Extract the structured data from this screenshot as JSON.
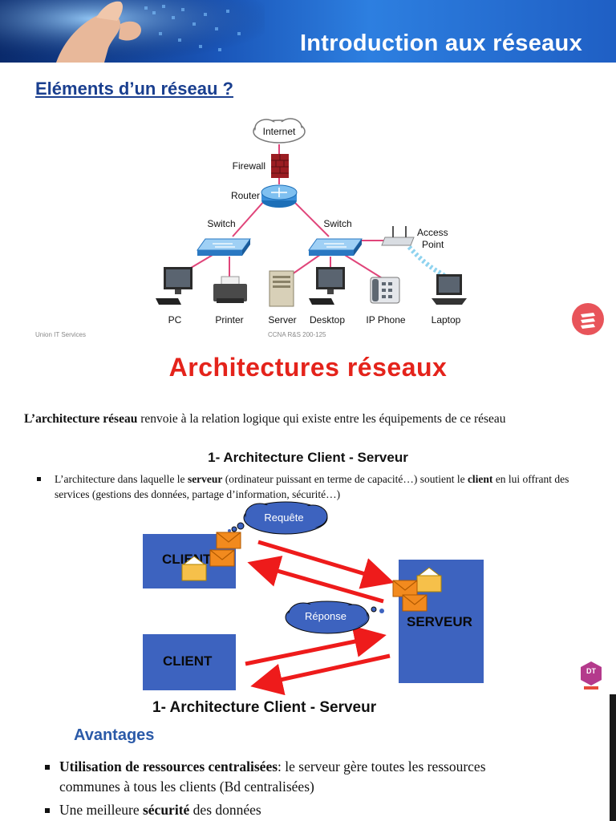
{
  "slide1": {
    "banner_title": "Introduction aux réseaux",
    "heading": "Eléments d’un réseau ?",
    "nodes": {
      "internet": "Internet",
      "firewall": "Firewall",
      "router": "Router",
      "switch_left": "Switch",
      "switch_right": "Switch",
      "access_point_line1": "Access",
      "access_point_line2": "Point"
    },
    "devices": [
      "PC",
      "Printer",
      "Server",
      "Desktop",
      "IP Phone",
      "Laptop"
    ],
    "footer_left": "Union IT Services",
    "footer_center": "CCNA R&S 200-125"
  },
  "slide2": {
    "title": "Architectures réseaux",
    "intro_bold": "L’architecture réseau",
    "intro_rest": " renvoie à la relation logique qui existe entre les équipements de ce réseau",
    "heading": "1- Architecture Client - Serveur",
    "bullet_p1": "L’architecture dans laquelle le ",
    "bullet_b1": "serveur",
    "bullet_p2": " (ordinateur puissant en terme de capacité…) soutient le ",
    "bullet_b2": "client",
    "bullet_p3": " en lui offrant des services (gestions des données, partage d’information, sécurité…)",
    "diagram": {
      "client1": "CLIENT",
      "client2": "CLIENT",
      "server": "SERVEUR",
      "request": "Requête",
      "response": "Réponse"
    },
    "heading2": "1- Architecture Client - Serveur",
    "avantages": "Avantages",
    "b1_bold": "Utilisation de ressources centralisées",
    "b1_rest": ": le serveur gère toutes les ressources communes à tous les clients (Bd centralisées)",
    "b2_p1": "Une meilleure ",
    "b2_bold": "sécurité",
    "b2_p2": " des données"
  },
  "badge_dt": "DT",
  "colors": {
    "banner": "#1a55b8",
    "title_red": "#e4231b",
    "box_blue": "#3d63bf",
    "link_pink": "#e0457a",
    "avantages_blue": "#2b5aa8"
  }
}
